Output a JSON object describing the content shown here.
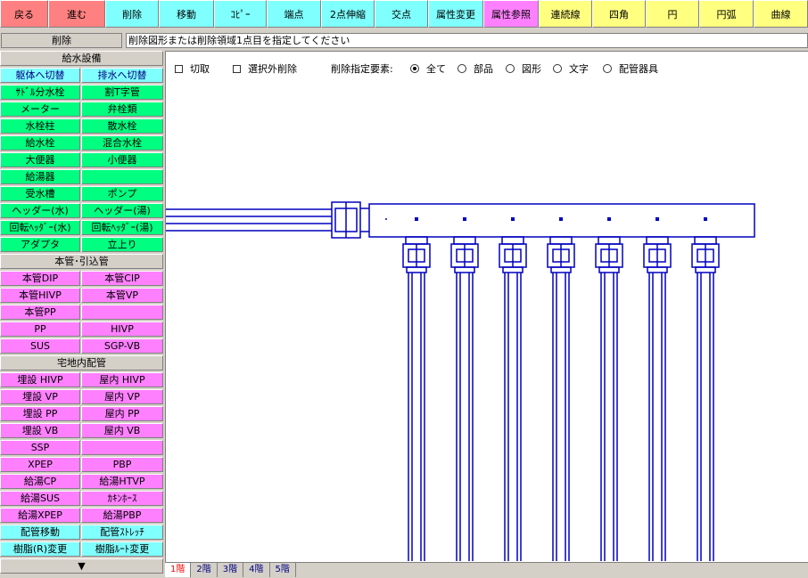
{
  "toolbar": {
    "buttons": [
      {
        "label": "戻る",
        "color": "#ff8080",
        "w": 54
      },
      {
        "label": "進む",
        "color": "#ff8080",
        "w": 64
      },
      {
        "label": "削除",
        "color": "#80ffff",
        "w": 60
      },
      {
        "label": "移動",
        "color": "#80ffff",
        "w": 62
      },
      {
        "label": "ｺﾋﾟｰ",
        "color": "#80ffff",
        "w": 59
      },
      {
        "label": "端点",
        "color": "#80ffff",
        "w": 61
      },
      {
        "label": "2点伸縮",
        "color": "#80ffff",
        "w": 60
      },
      {
        "label": "交点",
        "color": "#80ffff",
        "w": 60
      },
      {
        "label": "属性変更",
        "color": "#80ffff",
        "w": 62
      },
      {
        "label": "属性参照",
        "color": "#ff80ff",
        "w": 62
      },
      {
        "label": "連続線",
        "color": "#ffff80",
        "w": 60
      },
      {
        "label": "四角",
        "color": "#ffff80",
        "w": 60
      },
      {
        "label": "円",
        "color": "#ffff80",
        "w": 60
      },
      {
        "label": "円弧",
        "color": "#ffff80",
        "w": 61
      },
      {
        "label": "曲線",
        "color": "#ffff80",
        "w": 61
      }
    ]
  },
  "status": {
    "mode": "削除",
    "message": "削除図形または削除領域1点目を指定してください"
  },
  "sidebar": {
    "section1": "給水設備",
    "row_switch": [
      "躯体へ切替",
      "排水へ切替"
    ],
    "section1_items": [
      [
        "ｻﾄﾞﾙ分水栓",
        "割T字管"
      ],
      [
        "メーター",
        "弁栓類"
      ],
      [
        "水栓柱",
        "散水栓"
      ],
      [
        "給水栓",
        "混合水栓"
      ],
      [
        "大便器",
        "小便器"
      ],
      [
        "給湯器",
        ""
      ],
      [
        "受水槽",
        "ポンプ"
      ],
      [
        "ヘッダー(水)",
        "ヘッダー(湯)"
      ],
      [
        "回転ﾍｯﾀﾞｰ(水)",
        "回転ﾍｯﾀﾞｰ(湯)"
      ],
      [
        "アダプタ",
        "立上り"
      ]
    ],
    "section2": "本管･引込管",
    "section2_items": [
      [
        "本管DIP",
        "本管CIP"
      ],
      [
        "本管HIVP",
        "本管VP"
      ],
      [
        "本管PP",
        ""
      ],
      [
        "PP",
        "HIVP"
      ],
      [
        "SUS",
        "SGP-VB"
      ]
    ],
    "section3": "宅地内配管",
    "section3_items": [
      [
        "埋設 HIVP",
        "屋内 HIVP"
      ],
      [
        "埋設 VP",
        "屋内 VP"
      ],
      [
        "埋設 PP",
        "屋内 PP"
      ],
      [
        "埋設 VB",
        "屋内 VB"
      ],
      [
        "SSP",
        ""
      ],
      [
        "XPEP",
        "PBP"
      ],
      [
        "給湯CP",
        "給湯HTVP"
      ],
      [
        "給湯SUS",
        "ｶｷﾝﾎｰｽ"
      ],
      [
        "給湯XPEP",
        "給湯PBP"
      ]
    ],
    "section4_items": [
      [
        "配管移動",
        "配管ｽﾄﾚｯﾁ"
      ],
      [
        "樹脂(R)変更",
        "樹脂ﾙｰﾄ変更"
      ]
    ],
    "scroll_down": "▼",
    "colors": {
      "green": "#00ff80",
      "pink": "#ff80ff",
      "cyan": "#80ffff"
    }
  },
  "options": {
    "kiritori": "切取",
    "sentakugai": "選択外削除",
    "label": "削除指定要素:",
    "radios": [
      {
        "label": "全て",
        "checked": true
      },
      {
        "label": "部品",
        "checked": false
      },
      {
        "label": "図形",
        "checked": false
      },
      {
        "label": "文字",
        "checked": false
      },
      {
        "label": "配管器具",
        "checked": false
      }
    ]
  },
  "drawing": {
    "line_color": "#0000c0",
    "outlet_count": 7
  },
  "floor_tabs": [
    {
      "label": "1階",
      "active": true
    },
    {
      "label": "2階",
      "active": false
    },
    {
      "label": "3階",
      "active": false
    },
    {
      "label": "4階",
      "active": false
    },
    {
      "label": "5階",
      "active": false
    }
  ]
}
